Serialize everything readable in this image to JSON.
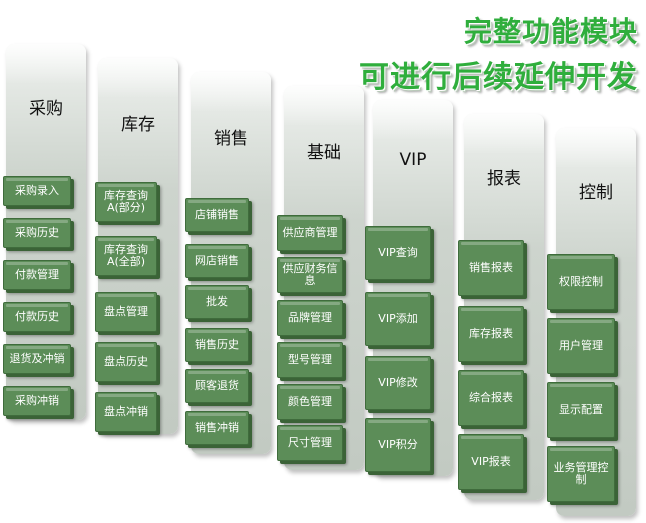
{
  "headline": {
    "line1": "完整功能模块",
    "line2": "可进行后续延伸开发"
  },
  "colors": {
    "box": "#5c8d58",
    "headline": "#2fae3c",
    "column": "#c8d0c8"
  },
  "modules": [
    {
      "title": "采购",
      "items": [
        "采购录入",
        "采购历史",
        "付款管理",
        "付款历史",
        "退货及冲销",
        "采购冲销"
      ]
    },
    {
      "title": "库存",
      "items": [
        "库存查询A(部分)",
        "库存查询A(全部)",
        "盘点管理",
        "盘点历史",
        "盘点冲销"
      ]
    },
    {
      "title": "销售",
      "items": [
        "店铺销售",
        "网店销售",
        "批发",
        "销售历史",
        "顾客退货",
        "销售冲销"
      ]
    },
    {
      "title": "基础",
      "items": [
        "供应商管理",
        "供应财务信息",
        "品牌管理",
        "型号管理",
        "颜色管理",
        "尺寸管理"
      ]
    },
    {
      "title": "VIP",
      "items": [
        "VIP查询",
        "VIP添加",
        "VIP修改",
        "VIP积分"
      ]
    },
    {
      "title": "报表",
      "items": [
        "销售报表",
        "库存报表",
        "综合报表",
        "VIP报表"
      ]
    },
    {
      "title": "控制",
      "items": [
        "权限控制",
        "用户管理",
        "显示配置",
        "业务管理控制"
      ]
    }
  ]
}
